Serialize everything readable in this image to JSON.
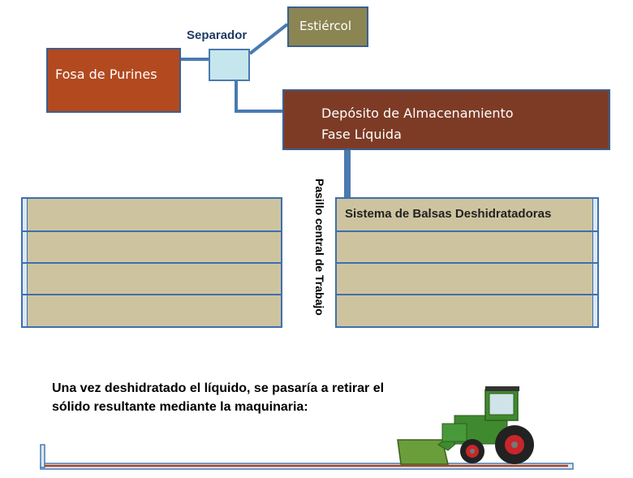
{
  "nodes": {
    "fosa": "Fosa de Purines",
    "separador": "Separador",
    "estiercol": "Estiércol",
    "deposito_line1": "Depósito de Almacenamiento",
    "deposito_line2": "Fase Líquida",
    "balsas": "Sistema de Balsas Deshidratadoras",
    "pasillo": "Pasillo central de Trabajo"
  },
  "note": "Una vez deshidratado el líquido, se pasaría a retirar el sólido resultante mediante la maquinaria:",
  "icons": {
    "tractor": "tractor-with-front-loader-icon"
  },
  "colors": {
    "fosa": "#b3491f",
    "separador": "#c5e6ec",
    "estiercol": "#8a8552",
    "deposito": "#7d3b25",
    "pond": "#cdc49f",
    "connector": "#4a7ab0",
    "tractor_green": "#3f8a2e"
  }
}
